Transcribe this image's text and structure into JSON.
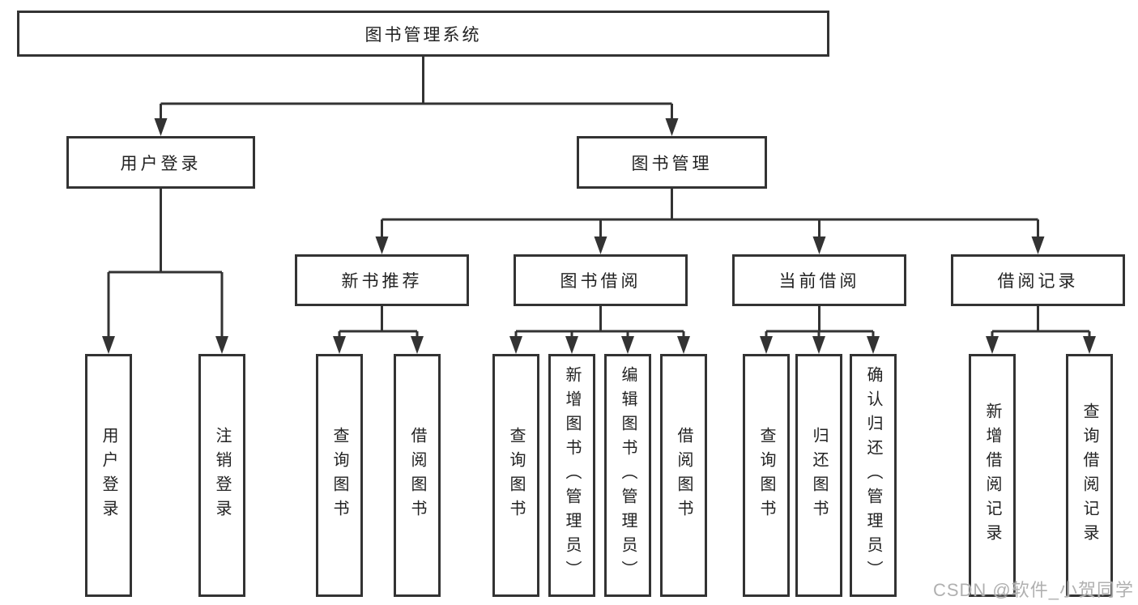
{
  "tree": {
    "root": {
      "label": "图书管理系统",
      "children": [
        {
          "label": "用户登录",
          "children": [
            {
              "label": "用户登录"
            },
            {
              "label": "注销登录"
            }
          ]
        },
        {
          "label": "图书管理",
          "children": [
            {
              "label": "新书推荐",
              "children": [
                {
                  "label": "查询图书"
                },
                {
                  "label": "借阅图书"
                }
              ]
            },
            {
              "label": "图书借阅",
              "children": [
                {
                  "label": "查询图书"
                },
                {
                  "label": "新增图书（管理员）"
                },
                {
                  "label": "编辑图书（管理员）"
                },
                {
                  "label": "借阅图书"
                }
              ]
            },
            {
              "label": "当前借阅",
              "children": [
                {
                  "label": "查询图书"
                },
                {
                  "label": "归还图书"
                },
                {
                  "label": "确认归还（管理员）"
                }
              ]
            },
            {
              "label": "借阅记录",
              "children": [
                {
                  "label": "新增借阅记录"
                },
                {
                  "label": "查询借阅记录"
                }
              ]
            }
          ]
        }
      ]
    }
  },
  "watermark": "CSDN @软件_小贺同学",
  "colors": {
    "line": "#333333",
    "text": "#222222",
    "watermark": "#b0b0b0",
    "background": "#ffffff"
  }
}
